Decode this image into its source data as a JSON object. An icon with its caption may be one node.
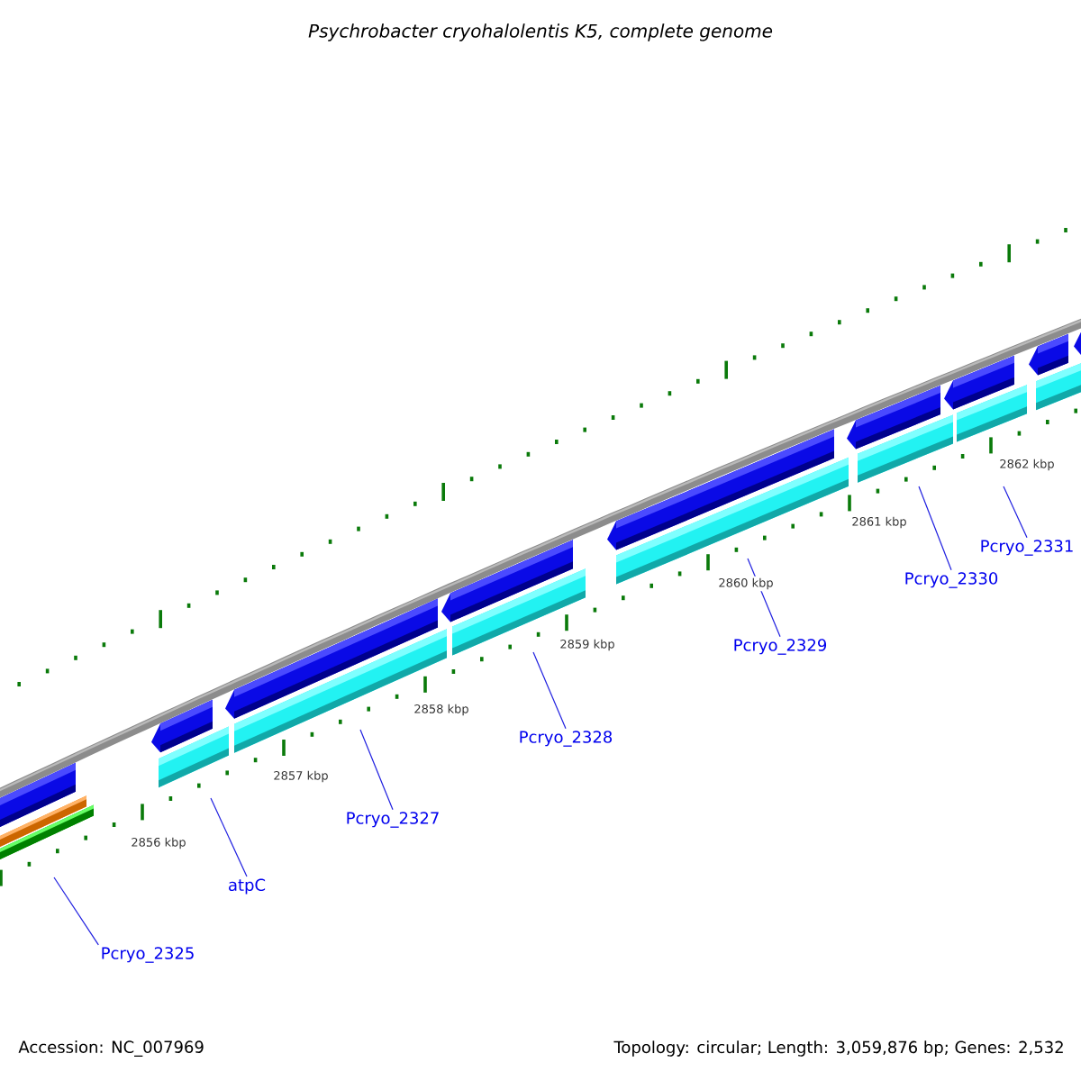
{
  "diagram": {
    "title": "*Psychrobacter cryohalolentis* K5, complete genome",
    "nodes": [
      {
        "text": [
          "Pcryo_2325"
        ]
      },
      {
        "text": [
          "atpC"
        ]
      },
      {
        "text": [
          "Pcryo_2327"
        ]
      },
      {
        "text": [
          "Pcryo_2328"
        ]
      },
      {
        "text": [
          "Pcryo_2329"
        ]
      },
      {
        "text": [
          "Pcryo_2330"
        ]
      },
      {
        "text": [
          "Pcryo_2331"
        ]
      }
    ],
    "edges": [
      {
        "from": 0,
        "to": null,
        "arrow": "none"
      },
      {
        "from": 1,
        "to": null,
        "arrow": "none"
      },
      {
        "from": 2,
        "to": null,
        "arrow": "none"
      },
      {
        "from": 3,
        "to": null,
        "arrow": "none"
      },
      {
        "from": 4,
        "to": null,
        "arrow": "none"
      },
      {
        "from": 5,
        "to": null,
        "arrow": "none"
      },
      {
        "from": 6,
        "to": null,
        "arrow": "none"
      }
    ],
    "labels": [
      "2856 kbp",
      "2857 kbp",
      "2858 kbp",
      "2859 kbp",
      "2860 kbp",
      "2861 kbp",
      "2862 kbp",
      "Accession: NC_007969",
      "Topology: circular; Length: 3,059,876 bp; Genes: 2,532"
    ]
  }
}
